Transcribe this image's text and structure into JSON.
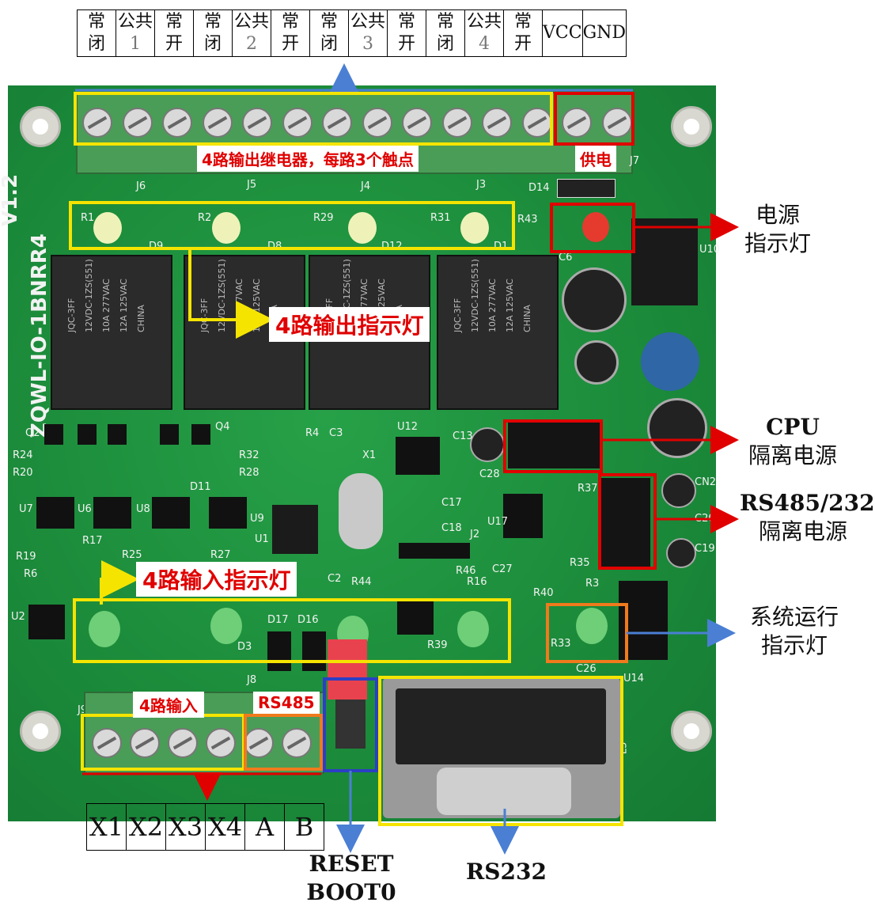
{
  "top_terminals": [
    {
      "l1": "常",
      "l2": "闭"
    },
    {
      "l1": "公共",
      "l2": "1"
    },
    {
      "l1": "常",
      "l2": "开"
    },
    {
      "l1": "常",
      "l2": "闭"
    },
    {
      "l1": "公共",
      "l2": "2"
    },
    {
      "l1": "常",
      "l2": "开"
    },
    {
      "l1": "常",
      "l2": "闭"
    },
    {
      "l1": "公共",
      "l2": "3"
    },
    {
      "l1": "常",
      "l2": "开"
    },
    {
      "l1": "常",
      "l2": "闭"
    },
    {
      "l1": "公共",
      "l2": "4"
    },
    {
      "l1": "常",
      "l2": "开"
    },
    {
      "l1": "VCC",
      "l2": ""
    },
    {
      "l1": "GND",
      "l2": ""
    }
  ],
  "bottom_terminals": [
    "X1",
    "X2",
    "X3",
    "X4",
    "A",
    "B"
  ],
  "board": {
    "model": "ZQWL-IO-1BNRR4",
    "version": "V1.2",
    "relay_connectors": [
      "J6",
      "J5",
      "J4",
      "J3"
    ],
    "power_connector": "J7",
    "relay_text": [
      "JQC-3FF",
      "12VDC-1ZS(551)",
      "10A 277VAC",
      "12A 125VAC",
      "CHINA"
    ],
    "crystal": "X1",
    "led_refs": [
      "R1",
      "R2",
      "R29",
      "R31",
      "R43",
      "D9",
      "D8",
      "D12",
      "D1",
      "D3",
      "D17",
      "D16",
      "R33"
    ],
    "misc_silk": [
      "D14",
      "C6",
      "U10",
      "Q2",
      "Q4",
      "R24",
      "R20",
      "R32",
      "R28",
      "R4",
      "C3",
      "U12",
      "C13",
      "C28",
      "R37",
      "U7",
      "U6",
      "U8",
      "D11",
      "U9",
      "U1",
      "C17",
      "C18",
      "J2",
      "U17",
      "R19",
      "R6",
      "U2",
      "R25",
      "R27",
      "R17",
      "C2",
      "R44",
      "R46",
      "R16",
      "C27",
      "R35",
      "R3",
      "R40",
      "R39",
      "J8",
      "J9",
      "C26",
      "U14",
      "CN2",
      "C19",
      "C20",
      "L3",
      "X1"
    ]
  },
  "annotations": {
    "relay_output": "4路输出继电器，每路3个触点",
    "power_in": "供电",
    "output_leds": "4路输出指示灯",
    "input_leds": "4路输入指示灯",
    "inputs": "4路输入",
    "rs485": "RS485"
  },
  "side_labels": {
    "power_led": [
      "电源",
      "指示灯"
    ],
    "cpu_iso": [
      "CPU",
      "隔离电源"
    ],
    "rs_iso": [
      "RS485/232",
      "隔离电源"
    ],
    "run_led": [
      "系统运行",
      "指示灯"
    ],
    "reset": [
      "RESET",
      "BOOT0"
    ],
    "rs232": "RS232"
  },
  "colors": {
    "yellow_box": "#f5e400",
    "red_box": "#e00000",
    "orange_box": "#f07a1c",
    "blue_box": "#2b3fc4",
    "blue_arrow": "#4a7fd4",
    "board_green": "#1f8a3c"
  }
}
